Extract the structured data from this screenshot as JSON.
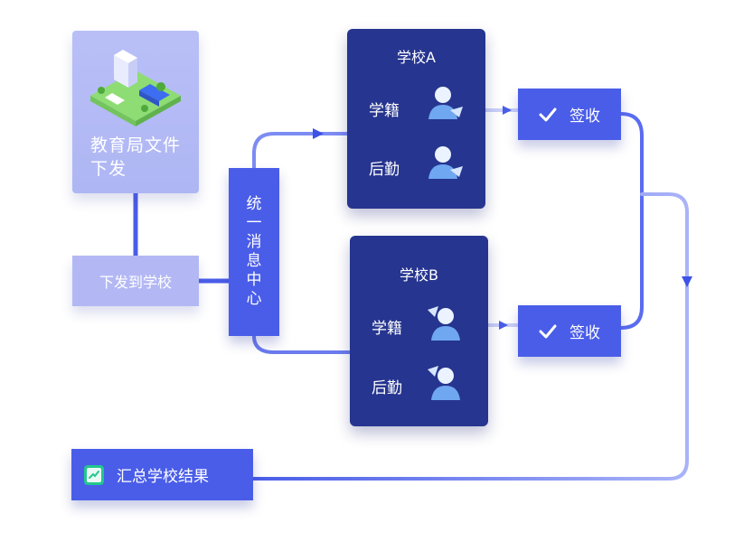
{
  "source": {
    "label": "教育局文件下发",
    "icon": "campus-illustration-icon"
  },
  "dispatch": {
    "label": "下发到学校"
  },
  "hub": {
    "chars": [
      "统",
      "一",
      "消",
      "息",
      "中",
      "心"
    ]
  },
  "schools": [
    {
      "name": "学校A",
      "rows": [
        "学籍",
        "后勤"
      ],
      "icon": "user-avatar-icon"
    },
    {
      "name": "学校B",
      "rows": [
        "学籍",
        "后勤"
      ],
      "icon": "user-avatar-icon"
    }
  ],
  "sign": {
    "label": "签收",
    "icon": "check-icon"
  },
  "summary": {
    "label": "汇总学校结果",
    "icon": "chart-icon"
  },
  "colors": {
    "primary": "#4a5de8",
    "school_bg": "#26358f",
    "light": "#b3b8f4",
    "connector": "#5a6cf0",
    "summary_icon": "#22c78e"
  }
}
